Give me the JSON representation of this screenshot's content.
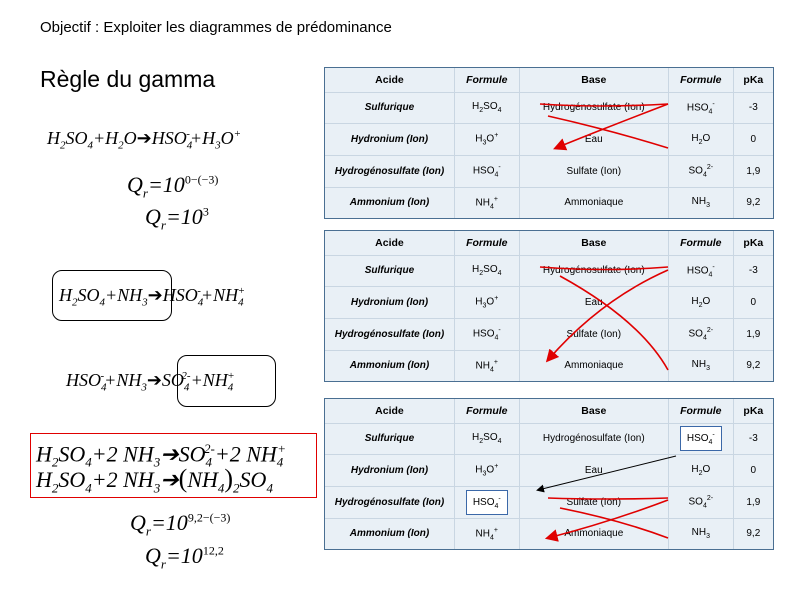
{
  "objectif": "Objectif : Exploiter les diagrammes de prédominance",
  "title": "Règle du gamma",
  "eq1": {
    "arrow": "→"
  },
  "qr1": {
    "line1": "10",
    "exp1": "0−(−3)",
    "exp2": "3"
  },
  "qr2": {
    "exp1": "9,2−(−3)",
    "exp2": "12,2"
  },
  "table": {
    "headers": [
      "Acide",
      "Formule",
      "Base",
      "Formule",
      "pKa"
    ],
    "rows": [
      {
        "acide": "Sulfurique",
        "formule_acide": "H2SO4",
        "base": "Hydrogénosulfate (Ion)",
        "formule_base": "HSO4-",
        "pka": "-3"
      },
      {
        "acide": "Hydronium (Ion)",
        "formule_acide": "H3O+",
        "base": "Eau",
        "formule_base": "H2O",
        "pka": "0"
      },
      {
        "acide": "Hydrogénosulfate (Ion)",
        "formule_acide": "HSO4-",
        "base": "Sulfate (Ion)",
        "formule_base": "SO42-",
        "pka": "1,9"
      },
      {
        "acide": "Ammonium (Ion)",
        "formule_acide": "NH4+",
        "base": "Ammoniaque",
        "formule_base": "NH3",
        "pka": "9,2"
      }
    ]
  },
  "colors": {
    "table_bg": "#e9f0f6",
    "table_border": "#4a6f92",
    "red": "#e00000",
    "blue": "#3b68a8"
  }
}
